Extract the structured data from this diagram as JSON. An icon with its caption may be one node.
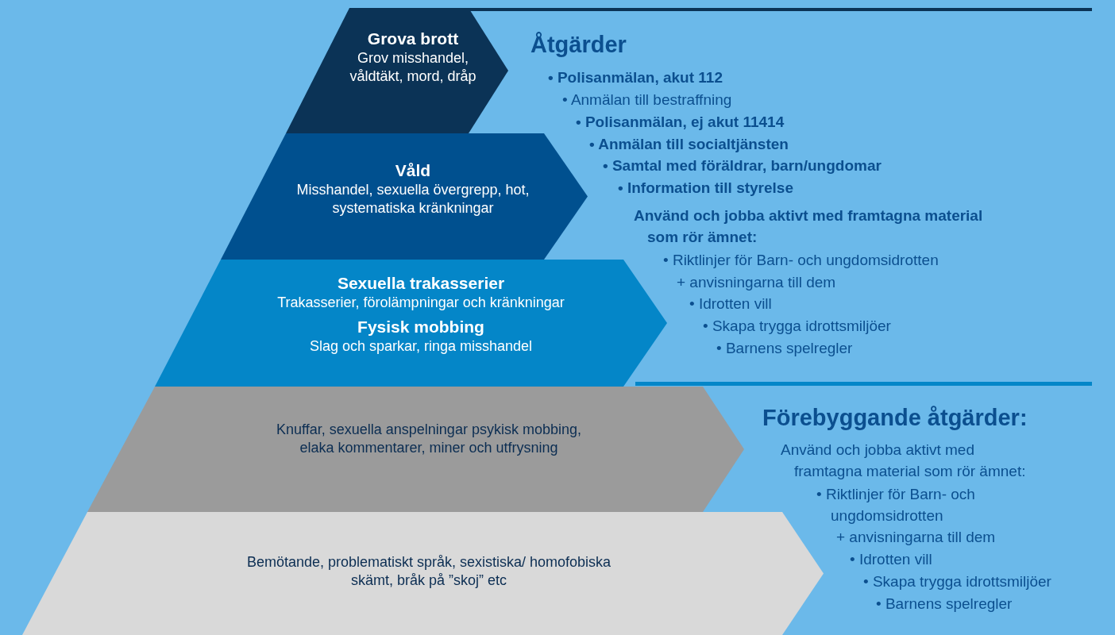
{
  "diagram": {
    "nodes": [
      {
        "text": [
          "Grova brott",
          "Grov misshandel, våldtäkt, mord, dråp"
        ]
      },
      {
        "text": [
          "Våld",
          "Misshandel, sexuella övergrepp, hot, systematiska kränkningar"
        ]
      },
      {
        "text": [
          "Sexuella trakasserier",
          "Trakasserier, förolämpningar och kränkningar",
          "Fysisk mobbing",
          "Slag och sparkar, ringa misshandel"
        ]
      },
      {
        "text": [
          "Knuffar, sexuella anspelningar psykisk mobbing, elaka kommentarer, miner och utfrysning"
        ]
      },
      {
        "text": [
          "Bemötande, problematiskt språk, sexistiska/ homofobiska skämt, bråk på ”skoj” etc"
        ]
      }
    ],
    "edges": [],
    "labels": [
      "Åtgärder",
      "• Polisanmälan, akut 112",
      "• Anmälan till bestraffning",
      "• Polisanmälan, ej akut 11414",
      "• Anmälan till socialtjänsten",
      "• Samtal med föräldrar, barn/ungdomar",
      "• Information till styrelse",
      "Använd och jobba aktivt med framtagna material som rör ämnet:",
      "• Riktlinjer för Barn- och ungdomsidrotten",
      "+ anvisningarna till dem",
      "• Idrotten vill",
      "• Skapa trygga idrottsmiljöer",
      "• Barnens spelregler",
      "Förebyggande åtgärder:",
      "Använd och jobba aktivt med framtagna material som rör ämnet:",
      "• Riktlinjer för Barn- och ungdomsidrotten",
      "+ anvisningarna till dem",
      "• Idrotten vill",
      "• Skapa trygga idrottsmiljöer",
      "• Barnens spelregler"
    ]
  }
}
